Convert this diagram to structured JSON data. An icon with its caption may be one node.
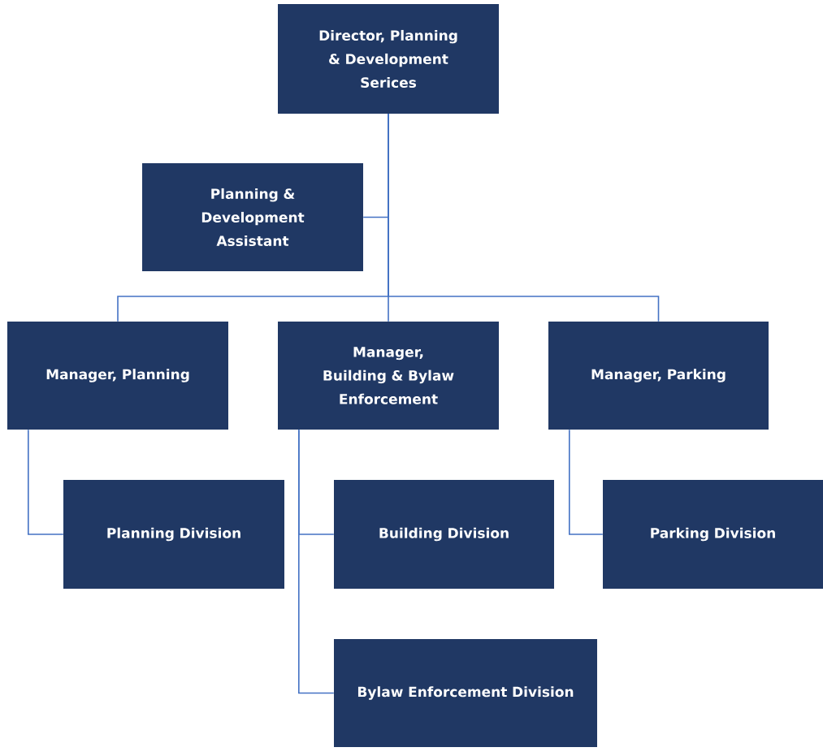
{
  "diagram": {
    "nodes": [
      {
        "text": [
          "Director, Planning & Development Serices"
        ]
      },
      {
        "text": [
          "Planning & Development Assistant"
        ]
      },
      {
        "text": [
          "Manager, Planning"
        ]
      },
      {
        "text": [
          "Manager, Building & Bylaw Enforcement"
        ]
      },
      {
        "text": [
          "Manager, Parking"
        ]
      },
      {
        "text": [
          "Planning Division"
        ]
      },
      {
        "text": [
          "Building Division"
        ]
      },
      {
        "text": [
          "Parking Division"
        ]
      },
      {
        "text": [
          "Bylaw Enforcement Division"
        ]
      }
    ],
    "edges": [
      {
        "from": 0,
        "to": 1,
        "arrow": "none"
      },
      {
        "from": 0,
        "to": 2,
        "arrow": "none"
      },
      {
        "from": 0,
        "to": 3,
        "arrow": "none"
      },
      {
        "from": 0,
        "to": 4,
        "arrow": "none"
      },
      {
        "from": 2,
        "to": 5,
        "arrow": "none"
      },
      {
        "from": 3,
        "to": 6,
        "arrow": "none"
      },
      {
        "from": 3,
        "to": 8,
        "arrow": "none"
      },
      {
        "from": 4,
        "to": 7,
        "arrow": "none"
      }
    ]
  }
}
